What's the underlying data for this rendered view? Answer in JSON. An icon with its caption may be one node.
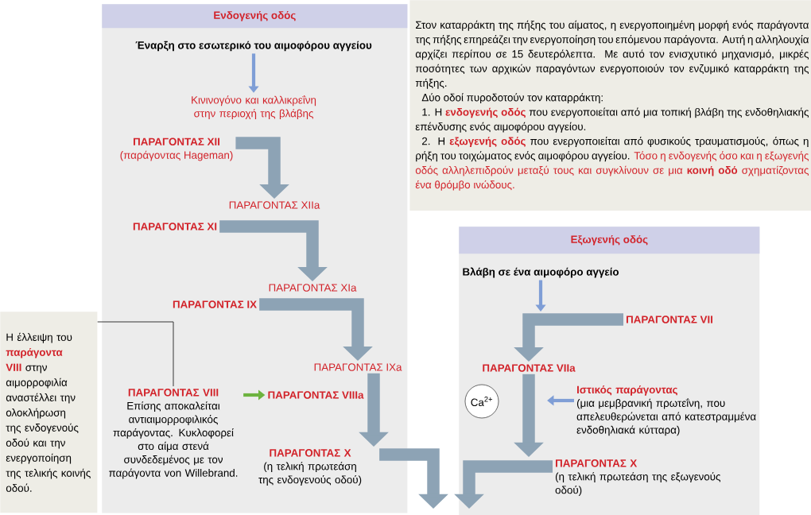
{
  "diagram": {
    "nodes": [
      {
        "text": [
          "Ενδογενής οδός"
        ]
      },
      {
        "text": [
          "Έναρξη στο εσωτερικό του αιμοφόρου αγγείου"
        ],
        "in": 0
      },
      {
        "text": [
          "Κινινογόνο και καλλικρεΐνη στην περιοχή της βλάβης"
        ],
        "in": 0
      },
      {
        "text": [
          "ΠΑΡΑΓΟΝΤΑΣ XII",
          "(παράγοντας Hageman)"
        ],
        "in": 0
      },
      {
        "text": [
          "ΠΑΡΑΓΟΝΤΑΣ XIIa"
        ],
        "in": 0
      },
      {
        "text": [
          "ΠΑΡΑΓΟΝΤΑΣ XI"
        ],
        "in": 0
      },
      {
        "text": [
          "ΠΑΡΑΓΟΝΤΑΣ XIa"
        ],
        "in": 0
      },
      {
        "text": [
          "ΠΑΡΑΓΟΝΤΑΣ IX"
        ],
        "in": 0
      },
      {
        "text": [
          "ΠΑΡΑΓΟΝΤΑΣ IXa"
        ],
        "in": 0
      },
      {
        "text": [
          "ΠΑΡΑΓΟΝΤΑΣ VIII",
          "Επίσης αποκαλείται αντιαιμορροφιλικός παράγοντας. Κυκλοφορεί στο αίμα στενά συνδεδεμένος με τον παράγοντα von Willebrand."
        ],
        "in": 0
      },
      {
        "text": [
          "ΠΑΡΑΓΟΝΤΑΣ VIIIa"
        ],
        "in": 0
      },
      {
        "text": [
          "ΠΑΡΑΓΟΝΤΑΣ X",
          "(η τελική πρωτεάση της ενδογενούς οδού)"
        ],
        "in": 0
      },
      {
        "text": [
          "Η έλλειψη του **παράγοντα VIII** στην αιμορροφιλία αναστέλλει την ολοκλήρωση της ενδογενούς οδού και την ενεργοποίηση της τελικής κοινής οδού."
        ]
      },
      {
        "text": [
          "Στον καταρράκτη της πήξης του αίματος, η ενεργοποιημένη μορφή ενός παράγοντα της πήξης επηρεάζει την ενεργοποίηση του επόμενου παράγοντα. Αυτή η αλληλουχία αρχίζει περίπου σε 15 δευτερόλεπτα. Με αυτό τον ενισχυτικό μηχανισμό, μικρές ποσότητες των αρχικών παραγόντων ενεργοποιούν τον ενζυμικό καταρράκτη της πήξης.",
          "Δύο οδοί πυροδοτούν τον καταρράκτη:",
          "1. Η **ενδογενής οδός** που ενεργοποιείται από μια τοπική βλάβη της ενδοθηλιακής επένδυσης ενός αιμοφόρου αγγείου.",
          "2. Η **εξωγενής οδός** που ενεργοποιείται από φυσικούς τραυματισμούς, όπως η ρήξη του τοιχώματος ενός αιμοφόρου αγγείου.",
          "Τόσο η ενδογενής όσο και η εξωγενής οδός αλληλεπιδρούν μεταξύ τους και συγκλίνουν σε μια **κοινή οδό** σχηματίζοντας ένα θρόμβο ινώδους."
        ]
      },
      {
        "text": [
          "Εξωγενής οδός"
        ]
      },
      {
        "text": [
          "Βλάβη σε ένα αιμοφόρο αγγείο"
        ],
        "in": 14
      },
      {
        "text": [
          "ΠΑΡΑΓΟΝΤΑΣ VII"
        ],
        "in": 14
      },
      {
        "text": [
          "ΠΑΡΑΓΟΝΤΑΣ VIIa"
        ],
        "in": 14
      },
      {
        "text": [
          "Ιστικός παράγοντας",
          "(μια μεμβρανική πρωτεΐνη, που απελευθερώνεται από κατεστραμμένα ενδοθηλιακά κύτταρα)"
        ],
        "in": 14
      },
      {
        "text": [
          "Ca$^{2+}$"
        ],
        "in": 14
      },
      {
        "text": [
          "ΠΑΡΑΓΟΝΤΑΣ X",
          "(η τελική πρωτεάση της εξωγενούς οδού)"
        ],
        "in": 14
      }
    ],
    "edges": [
      {
        "from": 1,
        "to": 2,
        "arrow": "to",
        "color": "#7f9ed6"
      },
      {
        "from": 3,
        "to": 4,
        "arrow": "to"
      },
      {
        "from": 5,
        "to": 6,
        "arrow": "to"
      },
      {
        "from": 7,
        "to": 8,
        "arrow": "to"
      },
      {
        "from": 8,
        "to": 11,
        "arrow": "to"
      },
      {
        "from": 9,
        "to": 10,
        "arrow": "to",
        "color": "#6db33f"
      },
      {
        "from": 12,
        "to": 9,
        "arrow": "none",
        "color": "#333333"
      },
      {
        "from": 11,
        "to": null,
        "arrow": "to"
      },
      {
        "from": 15,
        "to": null,
        "arrow": "to",
        "color": "#7f9ed6"
      },
      {
        "from": 16,
        "to": 17,
        "arrow": "to"
      },
      {
        "from": 17,
        "to": 20,
        "arrow": "to"
      },
      {
        "from": 18,
        "to": null,
        "arrow": "to",
        "color": "#7f9ed6"
      },
      {
        "from": 20,
        "to": null,
        "arrow": "to"
      }
    ]
  }
}
